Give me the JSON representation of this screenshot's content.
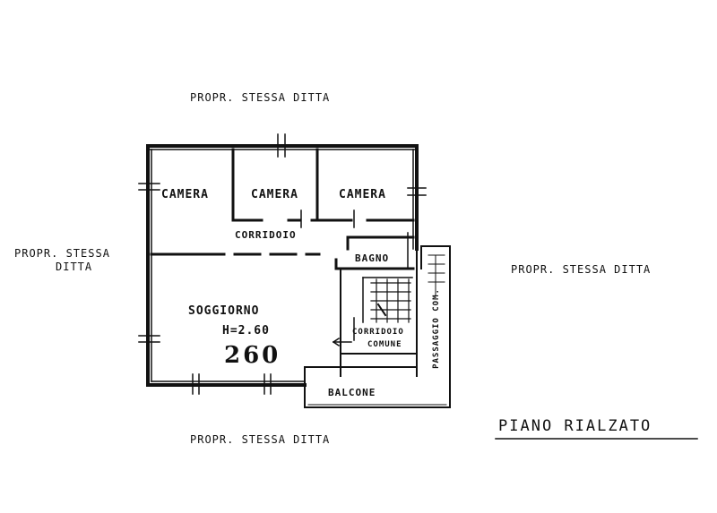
{
  "neighbors": {
    "top": "PROPR. STESSA DITTA",
    "left_line1": "PROPR. STESSA",
    "left_line2": "DITTA",
    "right": "PROPR. STESSA DITTA",
    "bottom": "PROPR. STESSA DITTA"
  },
  "rooms": {
    "camera_1": "CAMERA",
    "camera_2": "CAMERA",
    "camera_3": "CAMERA",
    "corridoio": "CORRIDOIO",
    "bagno": "BAGNO",
    "soggiorno": "SOGGIORNO",
    "height_label": "H=2.60",
    "height_handwritten": "260",
    "corridoio_comune_line1": "CORRIDOIO",
    "corridoio_comune_line2": "COMUNE",
    "passaggio_comune": "PASSAGGIO COM.",
    "balcone": "BALCONE"
  },
  "floor_title": "PIANO RIALZATO",
  "colors": {
    "ink": "#111111",
    "stair_hatch": "#222222"
  }
}
